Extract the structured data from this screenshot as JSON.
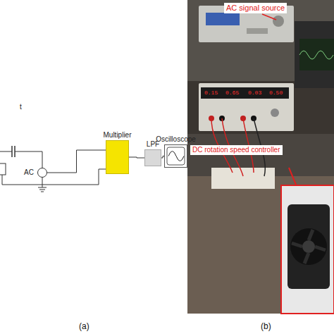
{
  "diagram": {
    "nodes": [
      {
        "text": [
          "AC"
        ]
      },
      {
        "text": [
          "Multiplier"
        ]
      },
      {
        "text": [
          "LPF"
        ]
      },
      {
        "text": [
          "Oscilloscope"
        ]
      }
    ],
    "edges": [
      {
        "from": 0,
        "to": 1,
        "arrow": "none"
      },
      {
        "from": 1,
        "to": 2,
        "arrow": "none"
      },
      {
        "from": 2,
        "to": 3,
        "arrow": "none"
      }
    ],
    "labels": [
      "t",
      "AC signal source",
      "0.15",
      "0.65",
      "0.03",
      "0.50",
      "DC rotation speed controller",
      "(a)",
      "(b)"
    ]
  }
}
